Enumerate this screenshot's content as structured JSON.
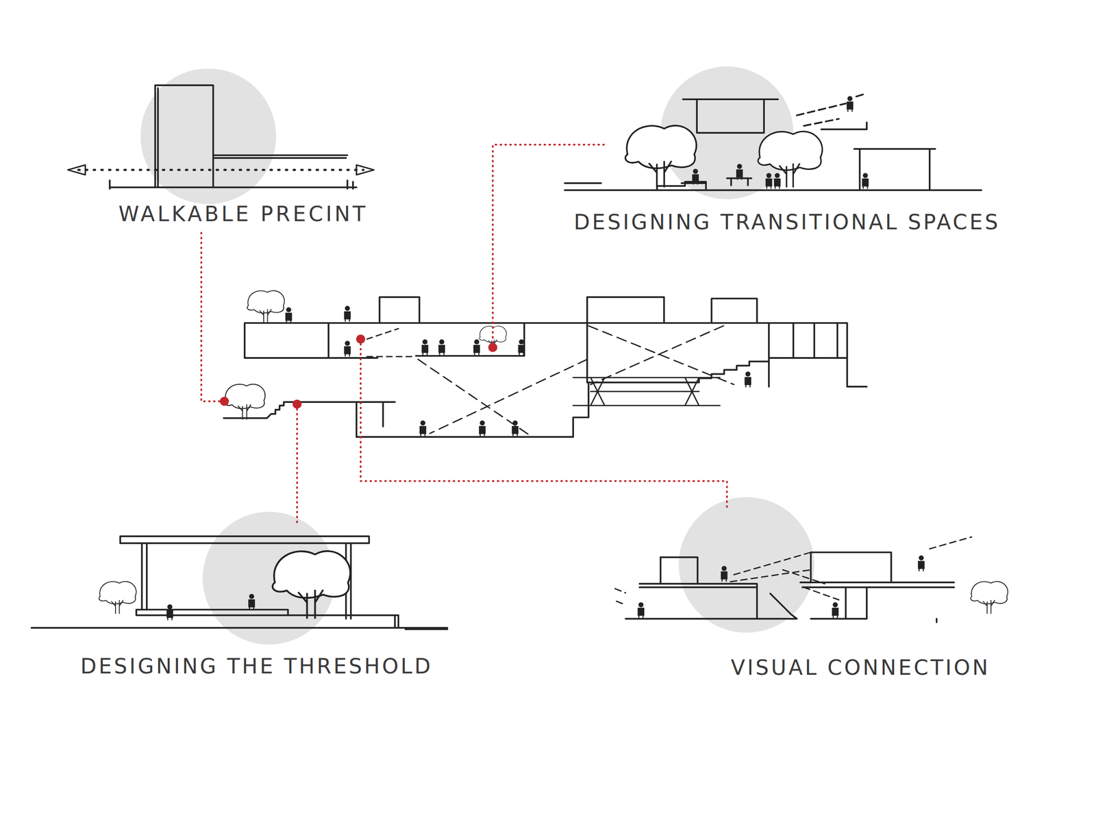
{
  "diagram": {
    "labels": [
      "WALKABLE PRECINT",
      "DESIGNING TRANSITIONAL SPACES",
      "DESIGNING THE THRESHOLD",
      "VISUAL CONNECTION"
    ]
  }
}
